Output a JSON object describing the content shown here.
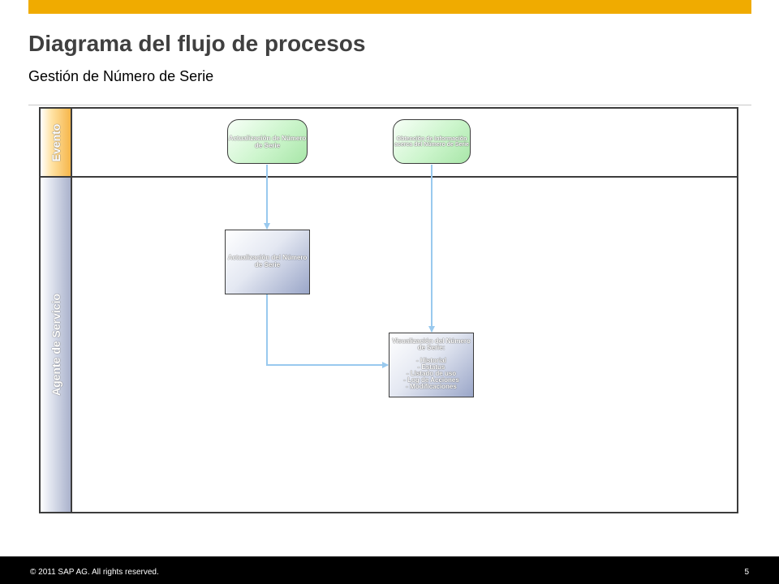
{
  "header": {
    "title": "Diagrama del flujo de procesos",
    "subtitle": "Gestión de Número de Serie"
  },
  "lanes": [
    {
      "label": "Evento"
    },
    {
      "label": "Agente de Servicio"
    }
  ],
  "nodes": {
    "event_update": "Actualización de Número de Serie",
    "event_obtain": "Obtención de Información acerca del Número de Serie",
    "task_update": "Actualización del Número de Serie",
    "task_view": "Visualización del Número de Serie:\n\n- Historial\n- Estatus\n- Listado de uso\n- Log de Acciones\n- Modificaciones"
  },
  "footer": {
    "copyright": "© 2011 SAP AG. All rights reserved.",
    "page": "5"
  },
  "colors": {
    "accent_bar": "#f0ab00",
    "lane_evento": "#f6b64a",
    "lane_agente": "#aab2cc",
    "event_fill": "#ccf5cc",
    "task_fill": "#9aa6c8",
    "connector": "#99c9ee",
    "footer": "#000000"
  }
}
